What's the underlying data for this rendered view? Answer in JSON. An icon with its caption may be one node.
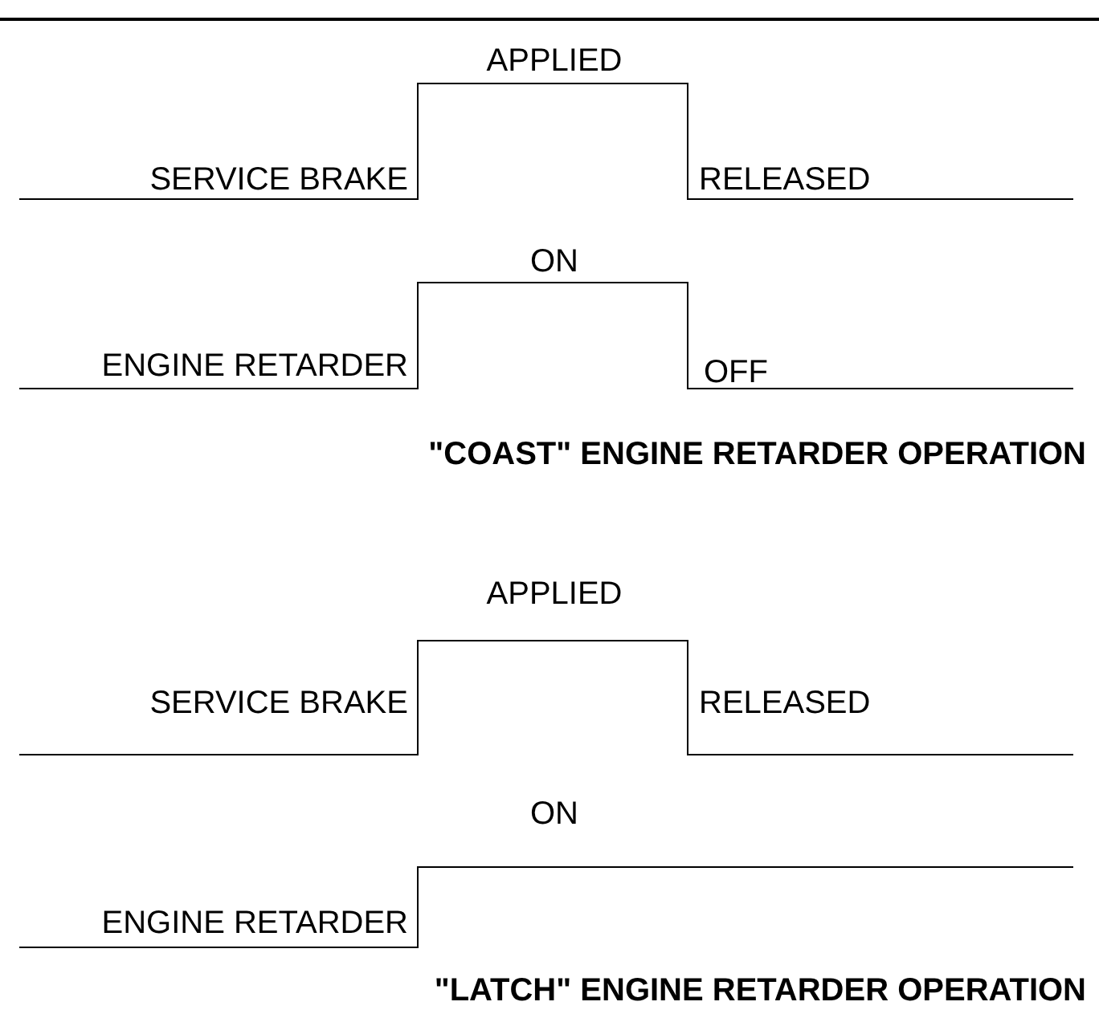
{
  "diagram": {
    "labels": [
      "APPLIED",
      "SERVICE BRAKE",
      "RELEASED",
      "ON",
      "ENGINE RETARDER",
      "OFF",
      "\"COAST\" ENGINE RETARDER OPERATION",
      "APPLIED",
      "SERVICE BRAKE",
      "RELEASED",
      "ON",
      "ENGINE RETARDER",
      "\"LATCH\" ENGINE RETARDER OPERATION"
    ]
  }
}
